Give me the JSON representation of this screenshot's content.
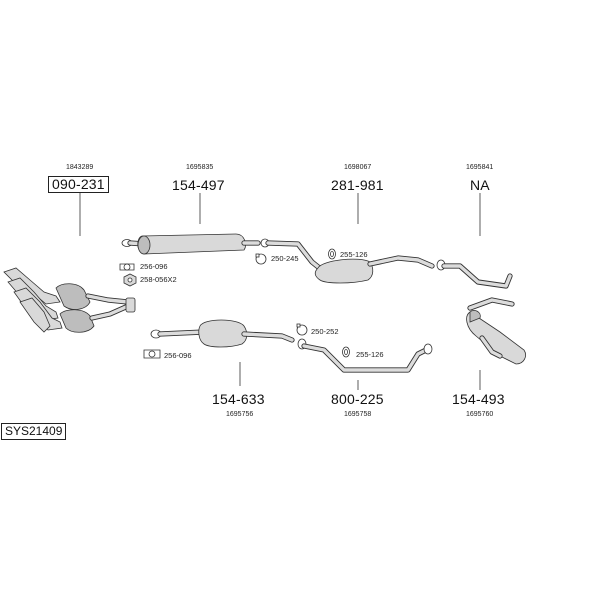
{
  "system_code": "SYS21409",
  "top_parts": [
    {
      "ref": "1843289",
      "part_number": "090-231",
      "boxed": true
    },
    {
      "ref": "1695835",
      "part_number": "154-497",
      "boxed": false
    },
    {
      "ref": "1698067",
      "part_number": "281-981",
      "boxed": false
    },
    {
      "ref": "1695841",
      "part_number": "NA",
      "boxed": false
    }
  ],
  "bottom_parts": [
    {
      "ref": "1695756",
      "part_number": "154-633"
    },
    {
      "ref": "1695758",
      "part_number": "800-225"
    },
    {
      "ref": "1695760",
      "part_number": "154-493"
    }
  ],
  "fittings": {
    "gasket_256_096_a": "256-096",
    "nut_258_056x2": "258-056X2",
    "clamp_250_245": "250-245",
    "gasket_255_126_a": "255-126",
    "clamp_250_252": "250-252",
    "gasket_256_096_b": "256-096",
    "gasket_255_126_b": "255-126"
  }
}
